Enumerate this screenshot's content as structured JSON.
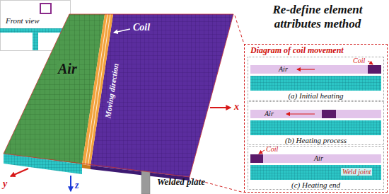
{
  "diagram": {
    "title": "Re-define element attributes method",
    "nodes": [
      {
        "text": [
          "Front view"
        ]
      },
      {
        "text": [
          "Diagram of coil movement"
        ]
      },
      {
        "text": [
          "(a) Initial heating"
        ],
        "in": 1
      },
      {
        "text": [
          "Air"
        ],
        "in": 2
      },
      {
        "text": [
          "(b) Heating process"
        ],
        "in": 1
      },
      {
        "text": [
          "Air"
        ],
        "in": 4
      },
      {
        "text": [
          "(c) Heating end"
        ],
        "in": 1
      },
      {
        "text": [
          "Air"
        ],
        "in": 6
      }
    ],
    "labels": [
      "Air",
      "Coil",
      "Moving direction",
      "Welded plate",
      "x",
      "y",
      "z",
      "Coil",
      "Coil",
      "Weld joint"
    ]
  }
}
